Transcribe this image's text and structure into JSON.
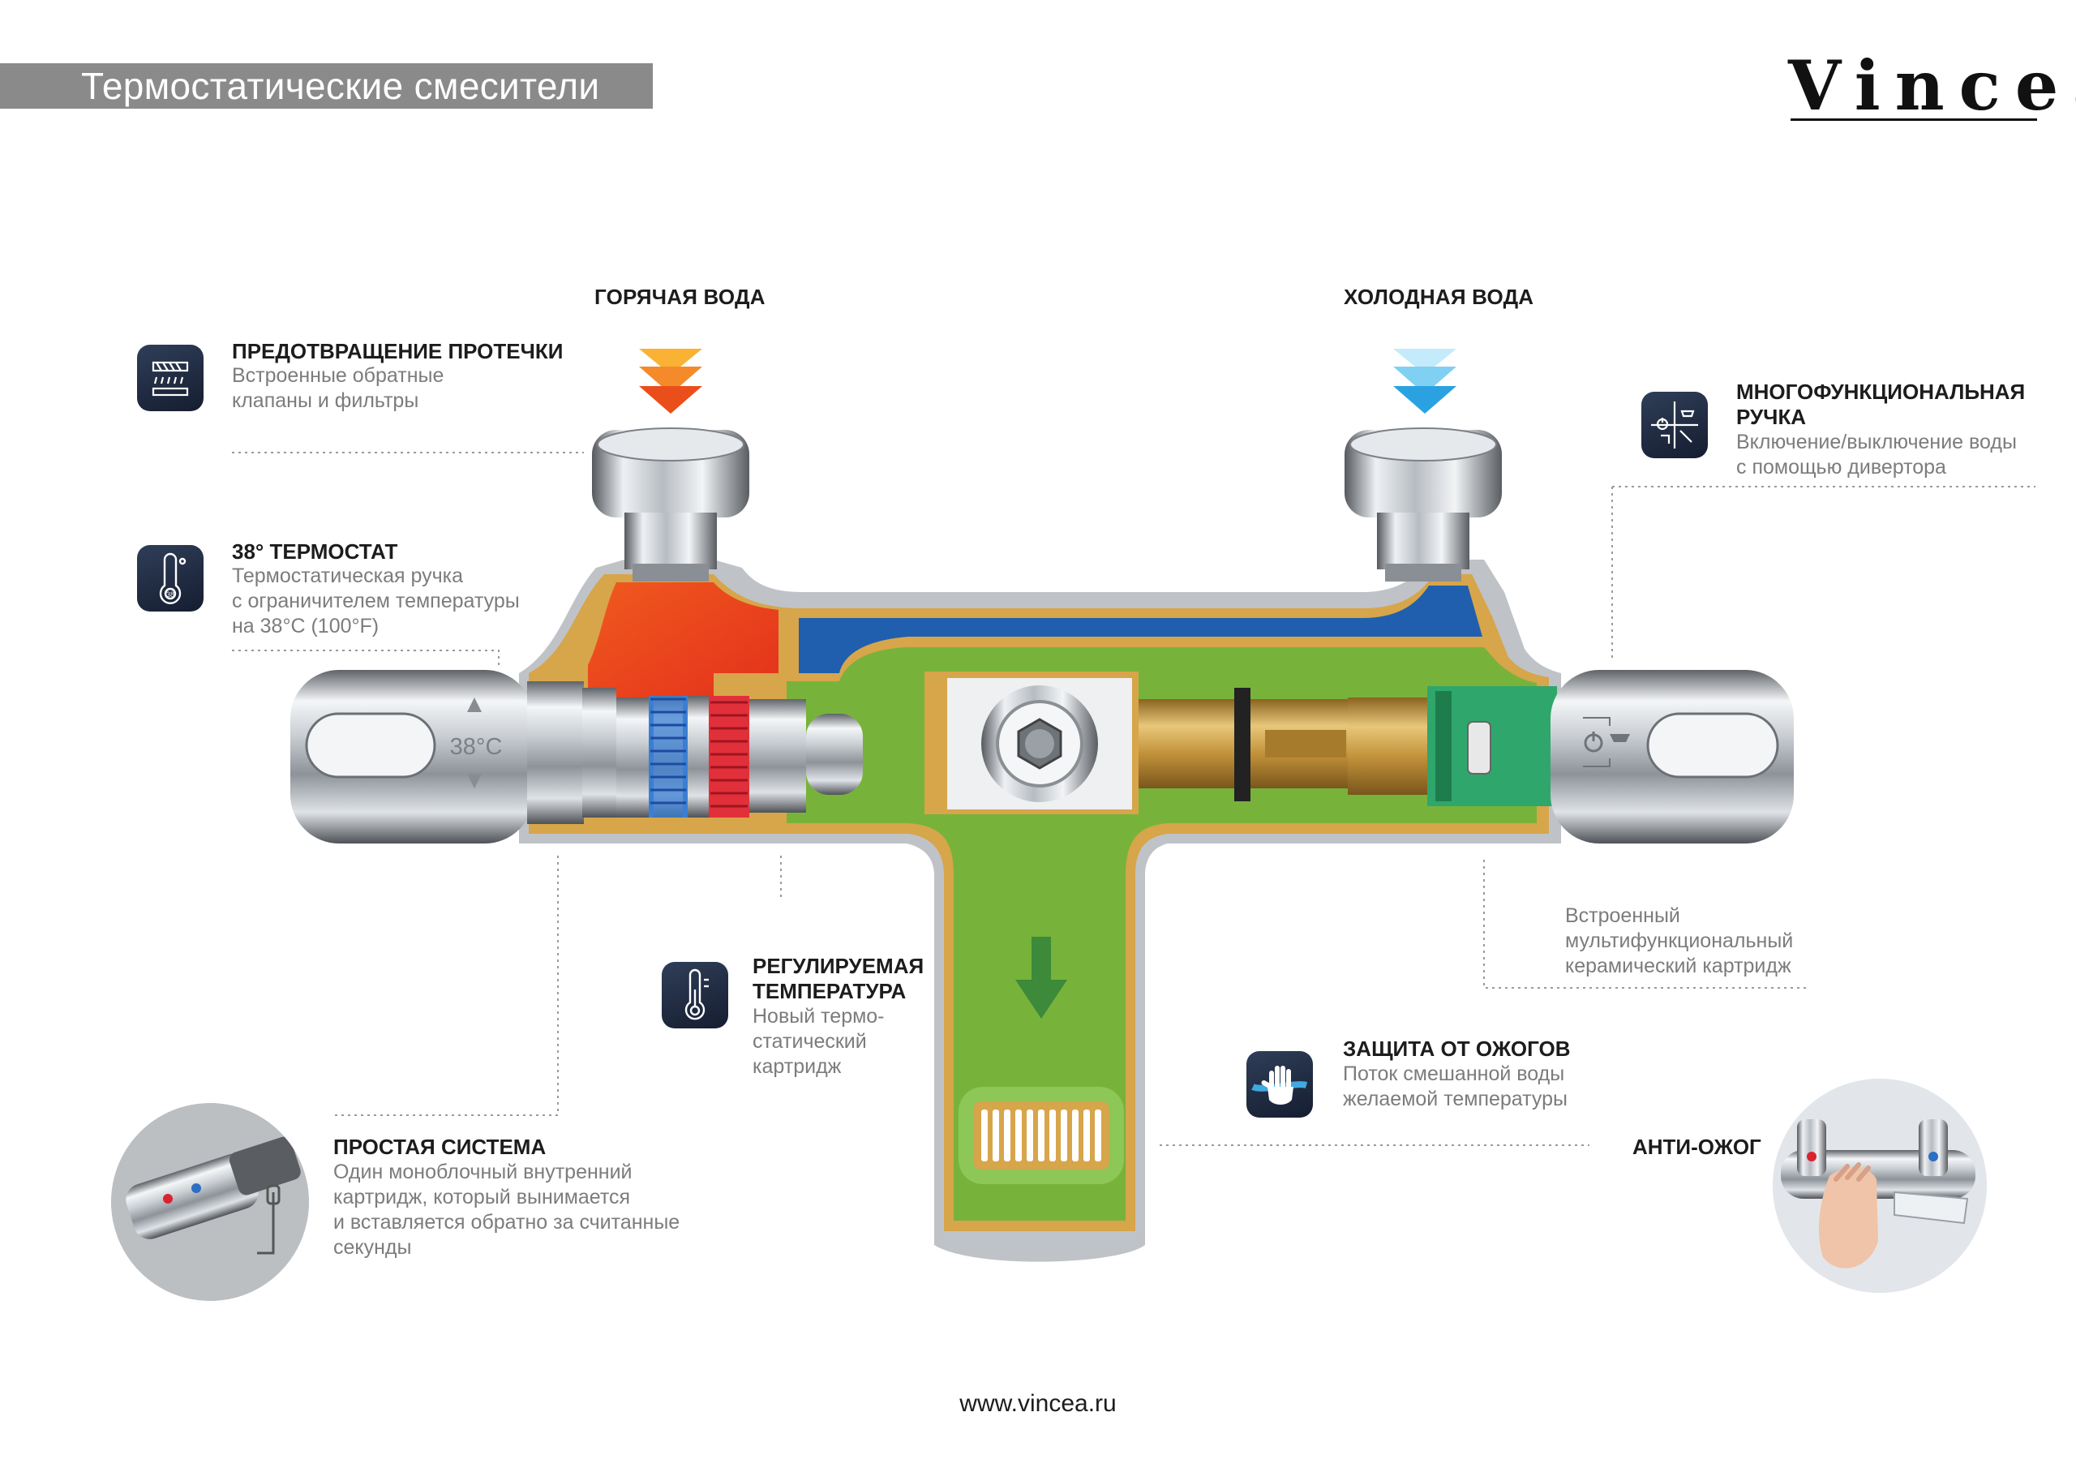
{
  "header": {
    "title": "Термостатические смесители"
  },
  "brand": {
    "logo_text": "Vincea"
  },
  "streams": {
    "hot_label": "ГОРЯЧАЯ ВОДА",
    "cold_label": "ХОЛОДНАЯ ВОДА"
  },
  "handle_left": {
    "temp_label": "38°C"
  },
  "callouts": {
    "leak": {
      "icon": "filter-valve-icon",
      "title": "ПРЕДОТВРАЩЕНИЕ ПРОТЕЧКИ",
      "lines": [
        "Встроенные обратные",
        "клапаны и фильтры"
      ]
    },
    "thermostat": {
      "icon": "thermometer-38-icon",
      "title": "38° ТЕРМОСТАТ",
      "lines": [
        "Термостатическая ручка",
        "с ограничителем температуры",
        "на 38°C (100°F)"
      ]
    },
    "multi_handle": {
      "icon": "diverter-handle-icon",
      "title_lines": [
        "МНОГОФУНКЦИОНАЛЬНАЯ",
        "РУЧКА"
      ],
      "lines": [
        "Включение/выключение воды",
        "с помощью дивертора"
      ]
    },
    "cartridge": {
      "lines": [
        "Встроенный",
        "мультифункциональный",
        "керамический картридж"
      ]
    },
    "adjustable": {
      "icon": "thermometer-icon",
      "title_lines": [
        "РЕГУЛИРУЕМАЯ",
        "ТЕМПЕРАТУРА"
      ],
      "lines": [
        "Новый термо-",
        "статический",
        "картридж"
      ]
    },
    "burn": {
      "icon": "hand-shield-icon",
      "title": "ЗАЩИТА ОТ ОЖОГОВ",
      "lines": [
        "Поток смешанной воды",
        "желаемой температуры"
      ]
    },
    "simple": {
      "title": "ПРОСТАЯ СИСТЕМА",
      "lines": [
        "Один моноблочный внутренний",
        "картридж, который вынимается",
        "и вставляется обратно за считанные",
        "секунды"
      ]
    },
    "anti_burn": {
      "title": "АНТИ-ОЖОГ"
    }
  },
  "colors": {
    "hot": "#f04a1e",
    "cold": "#1f5fae",
    "mixed": "#77b33a",
    "brass": "#d7a54a",
    "icon_bg": "#1f2a40",
    "header_bar": "#8a8a8a"
  },
  "footer": {
    "url": "www.vincea.ru"
  }
}
